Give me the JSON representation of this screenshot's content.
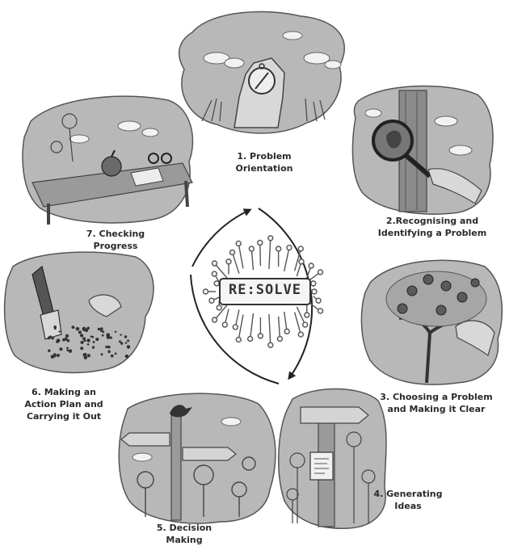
{
  "logo_text": "RE:SOLVE",
  "steps": [
    {
      "number": "1.",
      "lines": [
        "1. Problem",
        "Orientation"
      ]
    },
    {
      "number": "2.",
      "lines": [
        "2.Recognising and",
        "Identifying a Problem"
      ]
    },
    {
      "number": "3.",
      "lines": [
        "3. Choosing a Problem",
        "and Making it Clear"
      ]
    },
    {
      "number": "4.",
      "lines": [
        "4. Generating",
        "Ideas"
      ]
    },
    {
      "number": "5.",
      "lines": [
        "5. Decision",
        "Making"
      ]
    },
    {
      "number": "6.",
      "lines": [
        "6. Making an",
        "Action Plan and",
        "Carrying it Out"
      ]
    },
    {
      "number": "7.",
      "lines": [
        "7. Checking",
        "Progress"
      ]
    }
  ],
  "colors": {
    "ink": "#2a2a2a",
    "blob": "#b8b8b8",
    "blob_dark": "#8a8a8a",
    "cloud": "#f2f2f2"
  }
}
